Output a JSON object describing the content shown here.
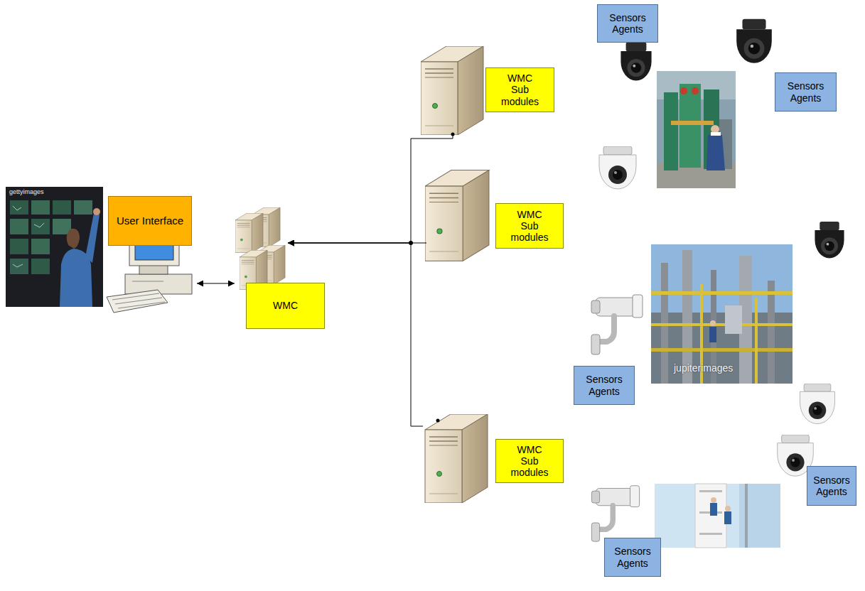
{
  "diagram": {
    "nodes": [
      {
        "text": [
          "User Interface"
        ]
      },
      {
        "text": [
          "WMC"
        ]
      },
      {
        "text": [
          "WMC Sub modules"
        ]
      },
      {
        "text": [
          "WMC Sub modules"
        ]
      },
      {
        "text": [
          "WMC Sub modules"
        ]
      },
      {
        "text": [
          "Sensors Agents"
        ]
      },
      {
        "text": [
          "Sensors Agents"
        ]
      },
      {
        "text": [
          "Sensors Agents"
        ]
      },
      {
        "text": [
          "Sensors Agents"
        ]
      },
      {
        "text": [
          "Sensors Agents"
        ]
      }
    ],
    "edges": [
      {
        "from": 0,
        "to": 1,
        "arrow": "both"
      },
      {
        "from": 2,
        "to": 1,
        "arrow": "to"
      },
      {
        "from": 3,
        "to": 1,
        "arrow": "to"
      },
      {
        "from": 4,
        "to": 1,
        "arrow": "to"
      }
    ],
    "labels": [
      "gettyimages",
      "jupiterimages"
    ]
  }
}
